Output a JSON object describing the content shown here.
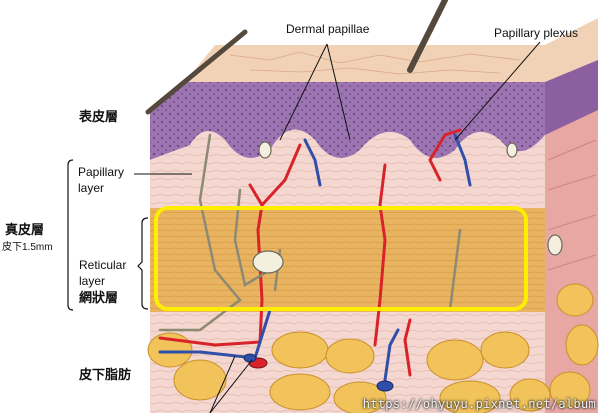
{
  "labels": {
    "dermal_papillae": "Dermal papillae",
    "papillary_plexus": "Papillary plexus",
    "epidermis_zh": "表皮層",
    "papillary_layer_line1": "Papillary",
    "papillary_layer_line2": "layer",
    "dermis_zh": "真皮層",
    "dermis_thickness": "皮下1.5mm",
    "reticular_line1": "Reticular",
    "reticular_line2": "layer",
    "reticular_zh": "網狀層",
    "subcutaneous_zh": "皮下脂肪"
  },
  "watermark": "https://ohyuyu.pixnet.net/album",
  "colors": {
    "highlight_box": "#ffee00",
    "epidermis_purple": "#9b72b0",
    "reticular_tan": "#e8b25c",
    "papillary_pink": "#f3d4cf",
    "fat_yellow": "#f2c45a",
    "vessel_red": "#d8232a",
    "vessel_blue": "#2f4fa8"
  }
}
